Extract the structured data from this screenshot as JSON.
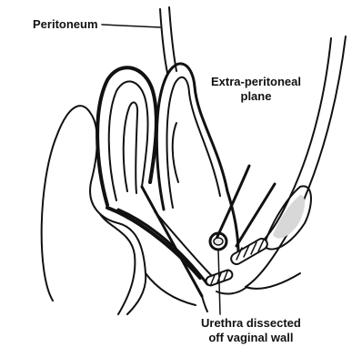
{
  "labels": {
    "peritoneum": "Peritoneum",
    "extra_peritoneal_line1": "Extra-peritoneal",
    "extra_peritoneal_line2": "plane",
    "urethra_line1": "Urethra dissected",
    "urethra_line2": "off vaginal wall"
  },
  "colors": {
    "ink": "#111111",
    "background": "#ffffff",
    "bone_shade": "#d8d8d8"
  }
}
